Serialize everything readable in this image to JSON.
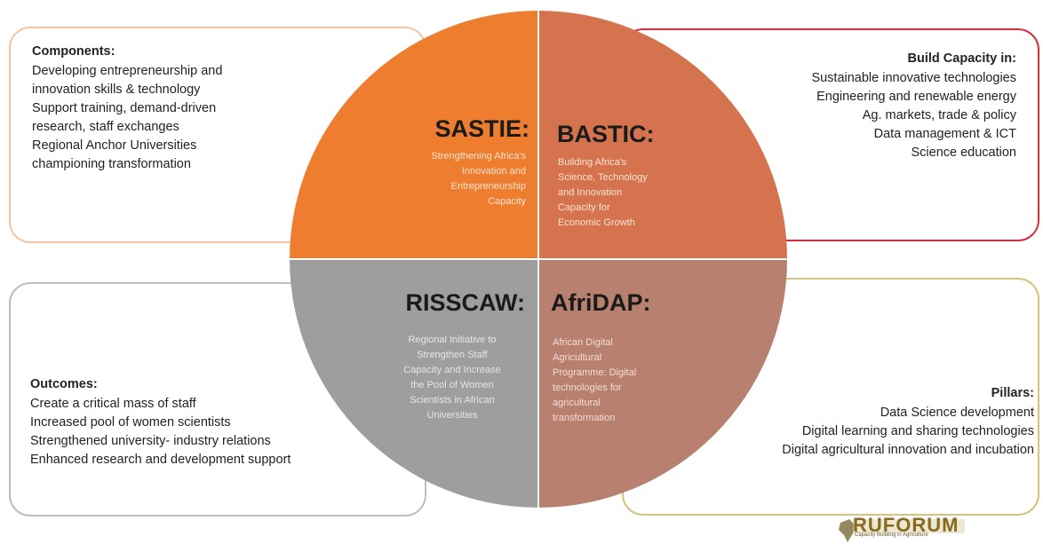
{
  "components": {
    "heading": "Components:",
    "items": [
      "Developing entrepreneurship and",
      "innovation skills & technology",
      "Support training, demand-driven",
      "research, staff exchanges",
      "Regional Anchor Universities",
      "championing transformation"
    ]
  },
  "build_capacity": {
    "heading": "Build Capacity in:",
    "items": [
      "Sustainable innovative technologies",
      "Engineering and renewable energy",
      "Ag. markets, trade  & policy",
      "Data management & ICT",
      "Science education"
    ]
  },
  "outcomes": {
    "heading": "Outcomes:",
    "items": [
      "Create a critical mass of staff",
      "Increased pool of women scientists",
      "Strengthened university- industry relations",
      "Enhanced research and development support"
    ]
  },
  "pillars": {
    "heading": "Pillars:",
    "items": [
      "Data Science development",
      "Digital learning and sharing technologies",
      "Digital agricultural innovation and incubation"
    ]
  },
  "quadrants": {
    "sastie": {
      "title": "SASTIE:",
      "lines": [
        "Strengthening Africa's",
        "Innovation and",
        "Entrepreneurship",
        "Capacity"
      ],
      "color": "#ef7d30"
    },
    "bastic": {
      "title": "BASTIC:",
      "lines": [
        "Building Africa's",
        "Science, Technology",
        "and Innovation",
        "Capacity for",
        "Economic Growth"
      ],
      "color": "#d5734f"
    },
    "risscaw": {
      "title": "RISSCAW:",
      "lines": [
        "Regional Initiative to",
        "Strengthen Staff",
        "Capacity and Increase",
        "the Pool of Women",
        "Scientists in African",
        "Universities"
      ],
      "color": "#9e9e9e"
    },
    "afridap": {
      "title": "AfriDAP:",
      "lines": [
        "African Digital",
        "Agricultural",
        "Programme: Digital",
        "technologies for",
        "agricultural",
        "transformation"
      ],
      "color": "#b8806f"
    }
  },
  "logo": {
    "name": "RUFORUM",
    "tagline": "Capacity Building in Agriculture"
  }
}
